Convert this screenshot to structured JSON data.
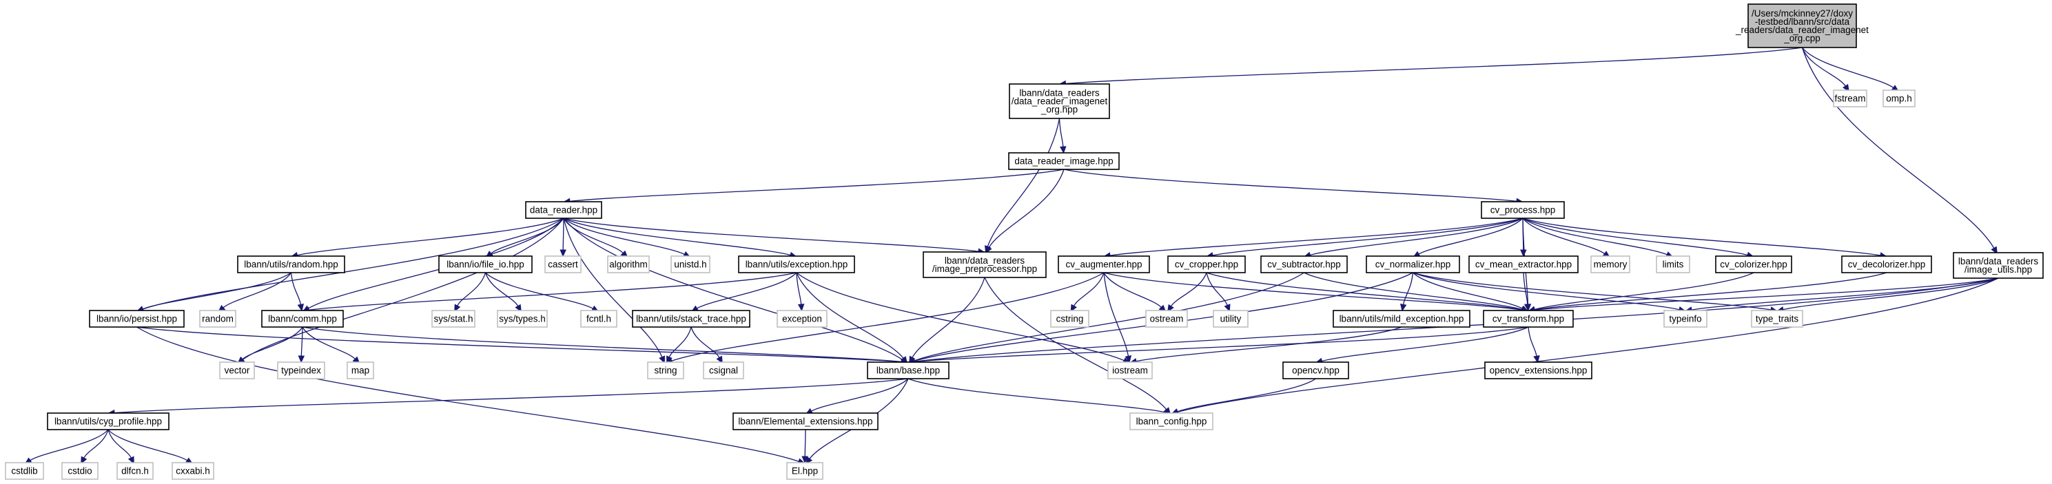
{
  "colors": {
    "edge": "#191970",
    "root_fill": "#bfbfbf",
    "node_border": "#000000",
    "external_border": "#bfbfbf",
    "node_fill": "#ffffff"
  },
  "nodes": [
    {
      "id": "root",
      "kind": "root",
      "lines": [
        "/Users/mckinney27/doxy",
        "-testbed/lbann/src/data",
        "_readers/data_reader_imagenet",
        "_org.cpp"
      ]
    },
    {
      "id": "fstream",
      "kind": "external",
      "lines": [
        "fstream"
      ]
    },
    {
      "id": "omp",
      "kind": "external",
      "lines": [
        "omp.h"
      ]
    },
    {
      "id": "dr_imagenet",
      "kind": "file",
      "lines": [
        "lbann/data_readers",
        "/data_reader_imagenet",
        "_org.hpp"
      ]
    },
    {
      "id": "dr_image",
      "kind": "file",
      "lines": [
        "data_reader_image.hpp"
      ]
    },
    {
      "id": "data_reader",
      "kind": "file",
      "lines": [
        "data_reader.hpp"
      ]
    },
    {
      "id": "cv_process",
      "kind": "file",
      "lines": [
        "cv_process.hpp"
      ]
    },
    {
      "id": "image_utils",
      "kind": "file",
      "lines": [
        "lbann/data_readers",
        "/image_utils.hpp"
      ]
    },
    {
      "id": "random_hpp",
      "kind": "file",
      "lines": [
        "lbann/utils/random.hpp"
      ]
    },
    {
      "id": "file_io",
      "kind": "file",
      "lines": [
        "lbann/io/file_io.hpp"
      ]
    },
    {
      "id": "cassert",
      "kind": "external",
      "lines": [
        "cassert"
      ]
    },
    {
      "id": "algorithm",
      "kind": "external",
      "lines": [
        "algorithm"
      ]
    },
    {
      "id": "unistd",
      "kind": "external",
      "lines": [
        "unistd.h"
      ]
    },
    {
      "id": "exception_hpp",
      "kind": "file",
      "lines": [
        "lbann/utils/exception.hpp"
      ]
    },
    {
      "id": "image_pre",
      "kind": "file",
      "lines": [
        "lbann/data_readers",
        "/image_preprocessor.hpp"
      ]
    },
    {
      "id": "cv_augmenter",
      "kind": "file",
      "lines": [
        "cv_augmenter.hpp"
      ]
    },
    {
      "id": "cv_cropper",
      "kind": "file",
      "lines": [
        "cv_cropper.hpp"
      ]
    },
    {
      "id": "cv_subtractor",
      "kind": "file",
      "lines": [
        "cv_subtractor.hpp"
      ]
    },
    {
      "id": "cv_normalizer",
      "kind": "file",
      "lines": [
        "cv_normalizer.hpp"
      ]
    },
    {
      "id": "cv_mean",
      "kind": "file",
      "lines": [
        "cv_mean_extractor.hpp"
      ]
    },
    {
      "id": "memory",
      "kind": "external",
      "lines": [
        "memory"
      ]
    },
    {
      "id": "limits",
      "kind": "external",
      "lines": [
        "limits"
      ]
    },
    {
      "id": "cv_colorizer",
      "kind": "file",
      "lines": [
        "cv_colorizer.hpp"
      ]
    },
    {
      "id": "cv_decolorizer",
      "kind": "file",
      "lines": [
        "cv_decolorizer.hpp"
      ]
    },
    {
      "id": "persist",
      "kind": "file",
      "lines": [
        "lbann/io/persist.hpp"
      ]
    },
    {
      "id": "random_ext",
      "kind": "external",
      "lines": [
        "random"
      ]
    },
    {
      "id": "comm",
      "kind": "file",
      "lines": [
        "lbann/comm.hpp"
      ]
    },
    {
      "id": "sys_stat",
      "kind": "external",
      "lines": [
        "sys/stat.h"
      ]
    },
    {
      "id": "sys_types",
      "kind": "external",
      "lines": [
        "sys/types.h"
      ]
    },
    {
      "id": "fcntl",
      "kind": "external",
      "lines": [
        "fcntl.h"
      ]
    },
    {
      "id": "stack_trace",
      "kind": "file",
      "lines": [
        "lbann/utils/stack_trace.hpp"
      ]
    },
    {
      "id": "exception_ext",
      "kind": "external",
      "lines": [
        "exception"
      ]
    },
    {
      "id": "cstring",
      "kind": "external",
      "lines": [
        "cstring"
      ]
    },
    {
      "id": "ostream",
      "kind": "external",
      "lines": [
        "ostream"
      ]
    },
    {
      "id": "utility",
      "kind": "external",
      "lines": [
        "utility"
      ]
    },
    {
      "id": "cv_transform",
      "kind": "file",
      "lines": [
        "cv_transform.hpp"
      ]
    },
    {
      "id": "mild_exception",
      "kind": "file",
      "lines": [
        "lbann/utils/mild_exception.hpp"
      ]
    },
    {
      "id": "typeinfo",
      "kind": "external",
      "lines": [
        "typeinfo"
      ]
    },
    {
      "id": "type_traits",
      "kind": "external",
      "lines": [
        "type_traits"
      ]
    },
    {
      "id": "vector",
      "kind": "external",
      "lines": [
        "vector"
      ]
    },
    {
      "id": "typeindex",
      "kind": "external",
      "lines": [
        "typeindex"
      ]
    },
    {
      "id": "map",
      "kind": "external",
      "lines": [
        "map"
      ]
    },
    {
      "id": "string",
      "kind": "external",
      "lines": [
        "string"
      ]
    },
    {
      "id": "csignal",
      "kind": "external",
      "lines": [
        "csignal"
      ]
    },
    {
      "id": "base",
      "kind": "file",
      "lines": [
        "lbann/base.hpp"
      ]
    },
    {
      "id": "iostream",
      "kind": "external",
      "lines": [
        "iostream"
      ]
    },
    {
      "id": "opencv",
      "kind": "file",
      "lines": [
        "opencv.hpp"
      ]
    },
    {
      "id": "opencv_ext",
      "kind": "file",
      "lines": [
        "opencv_extensions.hpp"
      ]
    },
    {
      "id": "cyg_profile",
      "kind": "file",
      "lines": [
        "lbann/utils/cyg_profile.hpp"
      ]
    },
    {
      "id": "elemental_ext",
      "kind": "file",
      "lines": [
        "lbann/Elemental_extensions.hpp"
      ]
    },
    {
      "id": "lbann_config",
      "kind": "external",
      "lines": [
        "lbann_config.hpp"
      ]
    },
    {
      "id": "cstdlib",
      "kind": "external",
      "lines": [
        "cstdlib"
      ]
    },
    {
      "id": "cstdio",
      "kind": "external",
      "lines": [
        "cstdio"
      ]
    },
    {
      "id": "dlfcn",
      "kind": "external",
      "lines": [
        "dlfcn.h"
      ]
    },
    {
      "id": "cxxabi",
      "kind": "external",
      "lines": [
        "cxxabi.h"
      ]
    },
    {
      "id": "el",
      "kind": "external",
      "lines": [
        "El.hpp"
      ]
    }
  ],
  "edges": [
    [
      "root",
      "dr_imagenet"
    ],
    [
      "root",
      "fstream"
    ],
    [
      "root",
      "omp"
    ],
    [
      "root",
      "image_utils"
    ],
    [
      "dr_imagenet",
      "dr_image"
    ],
    [
      "dr_imagenet",
      "image_pre"
    ],
    [
      "dr_image",
      "data_reader"
    ],
    [
      "dr_image",
      "cv_process"
    ],
    [
      "dr_image",
      "image_pre"
    ],
    [
      "data_reader",
      "random_hpp"
    ],
    [
      "data_reader",
      "file_io"
    ],
    [
      "data_reader",
      "cassert"
    ],
    [
      "data_reader",
      "algorithm"
    ],
    [
      "data_reader",
      "unistd"
    ],
    [
      "data_reader",
      "exception_hpp"
    ],
    [
      "data_reader",
      "image_pre"
    ],
    [
      "data_reader",
      "persist"
    ],
    [
      "data_reader",
      "comm"
    ],
    [
      "data_reader",
      "vector"
    ],
    [
      "data_reader",
      "string"
    ],
    [
      "data_reader",
      "base"
    ],
    [
      "cv_process",
      "cv_augmenter"
    ],
    [
      "cv_process",
      "cv_cropper"
    ],
    [
      "cv_process",
      "cv_subtractor"
    ],
    [
      "cv_process",
      "cv_normalizer"
    ],
    [
      "cv_process",
      "cv_mean"
    ],
    [
      "cv_process",
      "memory"
    ],
    [
      "cv_process",
      "limits"
    ],
    [
      "cv_process",
      "cv_colorizer"
    ],
    [
      "cv_process",
      "cv_decolorizer"
    ],
    [
      "cv_process",
      "cv_transform"
    ],
    [
      "image_utils",
      "cv_transform"
    ],
    [
      "image_utils",
      "base"
    ],
    [
      "image_utils",
      "typeinfo"
    ],
    [
      "image_utils",
      "type_traits"
    ],
    [
      "image_utils",
      "lbann_config"
    ],
    [
      "random_hpp",
      "persist"
    ],
    [
      "random_hpp",
      "random_ext"
    ],
    [
      "random_hpp",
      "comm"
    ],
    [
      "file_io",
      "sys_stat"
    ],
    [
      "file_io",
      "sys_types"
    ],
    [
      "file_io",
      "fcntl"
    ],
    [
      "exception_hpp",
      "comm"
    ],
    [
      "exception_hpp",
      "stack_trace"
    ],
    [
      "exception_hpp",
      "exception_ext"
    ],
    [
      "exception_hpp",
      "base"
    ],
    [
      "exception_hpp",
      "iostream"
    ],
    [
      "image_pre",
      "base"
    ],
    [
      "image_pre",
      "lbann_config"
    ],
    [
      "cv_augmenter",
      "cstring"
    ],
    [
      "cv_augmenter",
      "ostream"
    ],
    [
      "cv_augmenter",
      "iostream"
    ],
    [
      "cv_augmenter",
      "string"
    ],
    [
      "cv_augmenter",
      "cv_transform"
    ],
    [
      "cv_cropper",
      "ostream"
    ],
    [
      "cv_cropper",
      "utility"
    ],
    [
      "cv_cropper",
      "cv_transform"
    ],
    [
      "cv_subtractor",
      "cv_transform"
    ],
    [
      "cv_subtractor",
      "base"
    ],
    [
      "cv_normalizer",
      "cv_transform"
    ],
    [
      "cv_normalizer",
      "mild_exception"
    ],
    [
      "cv_normalizer",
      "base"
    ],
    [
      "cv_normalizer",
      "typeinfo"
    ],
    [
      "cv_normalizer",
      "type_traits"
    ],
    [
      "cv_mean",
      "cv_transform"
    ],
    [
      "cv_colorizer",
      "cv_transform"
    ],
    [
      "cv_decolorizer",
      "cv_transform"
    ],
    [
      "persist",
      "base"
    ],
    [
      "persist",
      "el"
    ],
    [
      "comm",
      "base"
    ],
    [
      "comm",
      "vector"
    ],
    [
      "comm",
      "typeindex"
    ],
    [
      "comm",
      "map"
    ],
    [
      "stack_trace",
      "string"
    ],
    [
      "stack_trace",
      "csignal"
    ],
    [
      "cv_transform",
      "base"
    ],
    [
      "cv_transform",
      "opencv"
    ],
    [
      "cv_transform",
      "opencv_ext"
    ],
    [
      "mild_exception",
      "iostream"
    ],
    [
      "base",
      "cyg_profile"
    ],
    [
      "base",
      "elemental_ext"
    ],
    [
      "base",
      "lbann_config"
    ],
    [
      "base",
      "el"
    ],
    [
      "opencv",
      "lbann_config"
    ],
    [
      "cyg_profile",
      "cstdlib"
    ],
    [
      "cyg_profile",
      "cstdio"
    ],
    [
      "cyg_profile",
      "dlfcn"
    ],
    [
      "cyg_profile",
      "cxxabi"
    ],
    [
      "elemental_ext",
      "el"
    ]
  ]
}
